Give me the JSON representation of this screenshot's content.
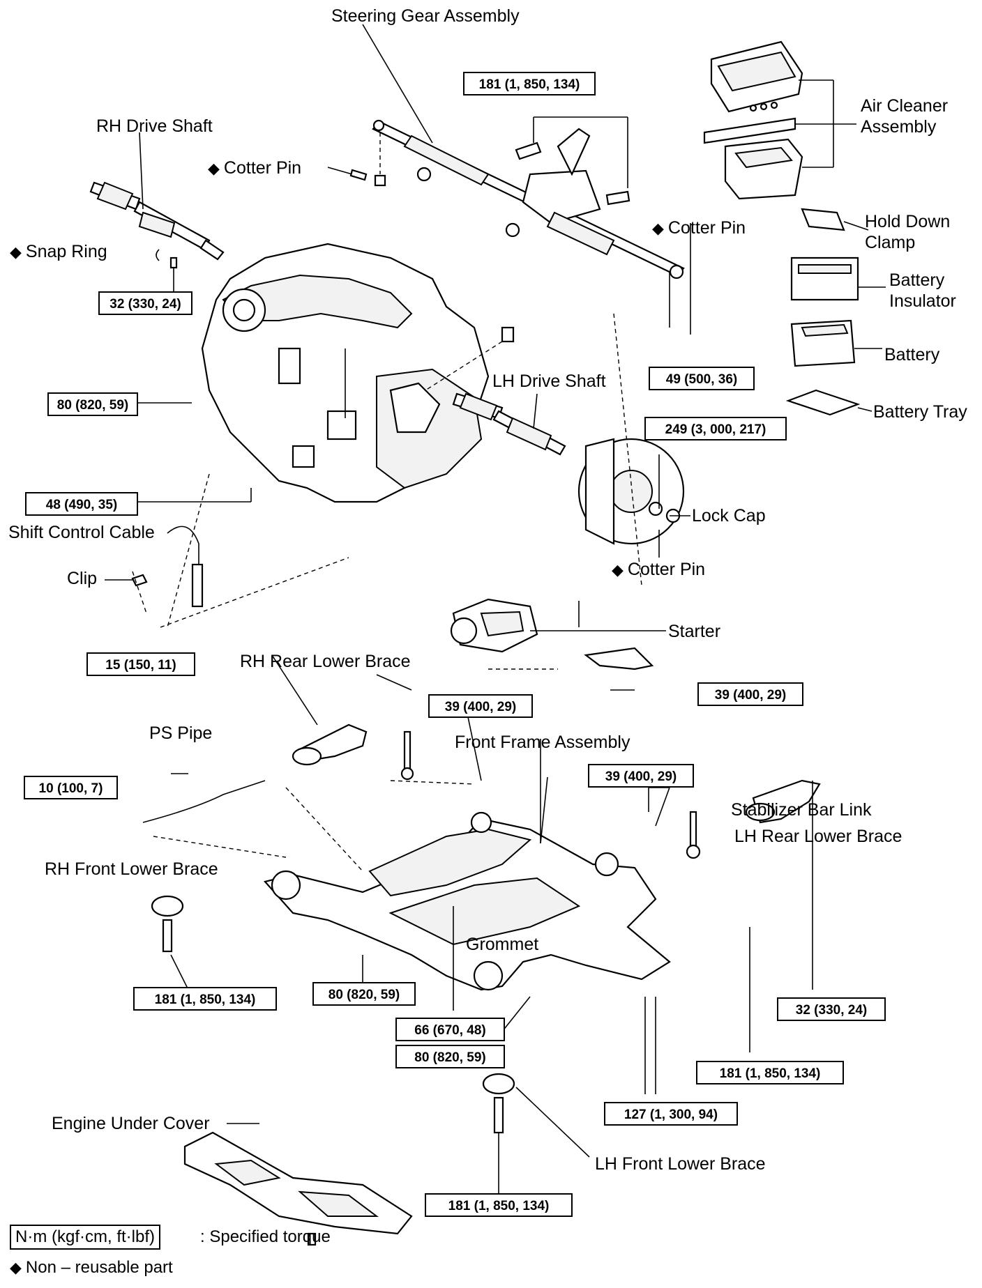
{
  "parts": {
    "steering_gear": "Steering Gear Assembly",
    "rh_drive_shaft": "RH Drive Shaft",
    "cotter_pin_top": "Cotter Pin",
    "snap_ring": "Snap Ring",
    "cotter_pin_right": "Cotter Pin",
    "air_cleaner": "Air Cleaner Assembly",
    "hold_down_clamp": "Hold Down Clamp",
    "battery_insulator": "Battery Insulator",
    "battery": "Battery",
    "battery_tray": "Battery Tray",
    "lh_drive_shaft": "LH Drive Shaft",
    "lock_cap": "Lock Cap",
    "cotter_pin_lower": "Cotter Pin",
    "shift_control_cable": "Shift Control Cable",
    "clip": "Clip",
    "starter": "Starter",
    "rh_rear_lower_brace": "RH Rear Lower Brace",
    "ps_pipe": "PS Pipe",
    "front_frame": "Front Frame Assembly",
    "stabilizer_link": "Stabilizer Bar Link",
    "lh_rear_lower_brace": "LH Rear Lower Brace",
    "rh_front_lower_brace": "RH Front Lower Brace",
    "grommet": "Grommet",
    "engine_under_cover": "Engine Under Cover",
    "lh_front_lower_brace": "LH Front Lower Brace"
  },
  "torques": {
    "t_steer": "181 (1, 850, 134)",
    "t_snap": "32 (330, 24)",
    "t_49": "49 (500, 36)",
    "t_249": "249 (3, 000, 217)",
    "t_80a": "80 (820, 59)",
    "t_48": "48 (490, 35)",
    "t_15": "15 (150, 11)",
    "t_39a": "39 (400, 29)",
    "t_39b": "39 (400, 29)",
    "t_10": "10 (100, 7)",
    "t_39c": "39 (400, 29)",
    "t_181b": "181 (1, 850, 134)",
    "t_80b": "80 (820, 59)",
    "t_66": "66 (670, 48)",
    "t_80c": "80 (820, 59)",
    "t_32b": "32 (330, 24)",
    "t_181c": "181 (1, 850, 134)",
    "t_127": "127 (1, 300, 94)",
    "t_181d": "181 (1, 850, 134)"
  },
  "legend": {
    "unit_box": "N·m (kgf·cm, ft·lbf)",
    "unit_desc": ": Specified torque",
    "nonreusable": "Non – reusable part"
  },
  "symbols": {
    "nonreusable_mark": "diamond"
  }
}
